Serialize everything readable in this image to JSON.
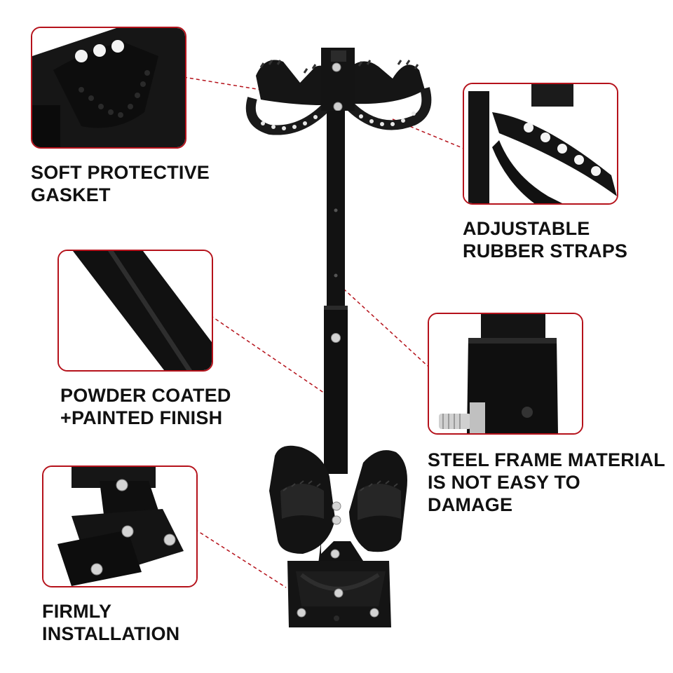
{
  "brand": {
    "accent_color": "#b5121b",
    "product_color": "#111111",
    "text_color": "#111111"
  },
  "features": {
    "gasket": {
      "line1": "SOFT PROTECTIVE",
      "line2": "GASKET",
      "icon": "gasket-closeup-photo"
    },
    "straps": {
      "line1": "ADJUSTABLE",
      "line2": "RUBBER STRAPS",
      "icon": "rubber-strap-closeup-photo"
    },
    "finish": {
      "line1": "POWDER COATED",
      "line2": "+PAINTED FINISH",
      "icon": "tube-finish-closeup-photo"
    },
    "steel": {
      "line1": "STEEL FRAME MATERIAL",
      "line2": "IS NOT EASY TO",
      "line3": "DAMAGE",
      "icon": "steel-joint-closeup-photo"
    },
    "installation": {
      "line1": "FIRMLY",
      "line2": "INSTALLATION",
      "icon": "mount-bracket-closeup-photo"
    }
  },
  "product": {
    "icon": "bike-rack-arm-photo"
  }
}
